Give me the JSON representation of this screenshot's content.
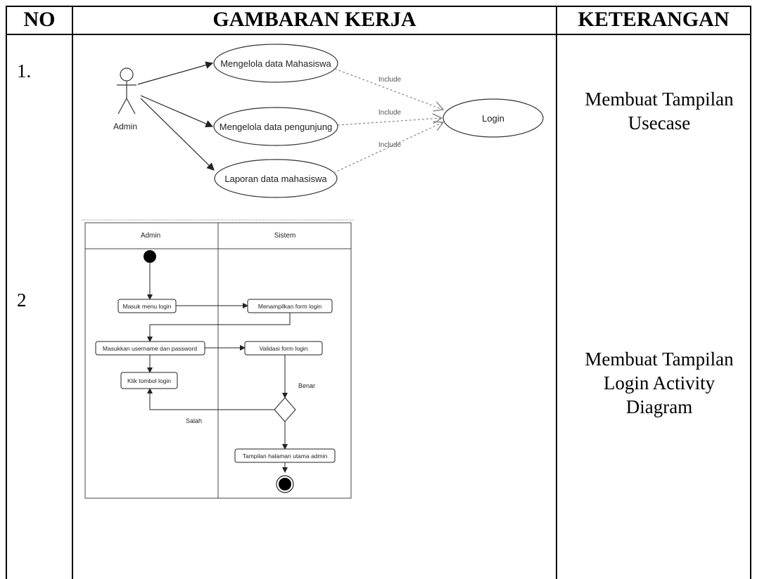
{
  "table": {
    "headers": {
      "no": "NO",
      "gambaran": "GAMBARAN KERJA",
      "keterangan": "KETERANGAN"
    },
    "rows": [
      {
        "no": "1.",
        "keterangan_lines": [
          "Membuat Tampilan",
          "Usecase"
        ]
      },
      {
        "no": "2",
        "keterangan_lines": [
          "Membuat Tampilan",
          "Login Activity",
          "Diagram"
        ]
      }
    ]
  },
  "usecase_diagram": {
    "actor": "Admin",
    "use_cases": [
      "Mengelola data Mahasiswa",
      "Mengelola data pengunjung",
      "Laporan data mahasiswa"
    ],
    "login": "Login",
    "include_labels": [
      "Include",
      "Include",
      "Include"
    ]
  },
  "activity_diagram": {
    "lanes": [
      "Admin",
      "Sistem"
    ],
    "actions": {
      "masuk_menu": "Masuk menu login",
      "menampilkan_form": "Menampilkan form login",
      "masukkan_username": "Masukkan username dan password",
      "validasi_form": "Validasi form login",
      "klik_tombol": "Klik tombol login",
      "tampilan_utama": "Tampilan halaman utama admin"
    },
    "guards": {
      "benar": "Benar",
      "salah": "Salah"
    }
  }
}
